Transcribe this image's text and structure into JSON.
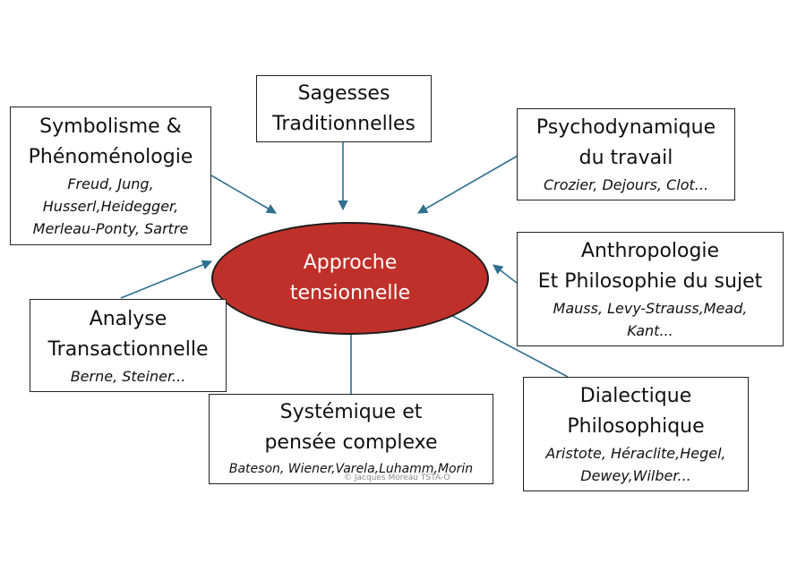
{
  "center": {
    "lines": [
      "Approche",
      "tensionnelle"
    ],
    "fill": "#c0302a"
  },
  "nodes": {
    "sagesses": {
      "title": [
        "Sagesses",
        "Traditionnelles"
      ],
      "authors": []
    },
    "symbolisme": {
      "title": [
        "Symbolisme &",
        "Phénoménologie"
      ],
      "authors": [
        "Freud, Jung,",
        "Husserl,Heidegger,",
        "Merleau-Ponty, Sartre"
      ]
    },
    "psychodynamique": {
      "title": [
        "Psychodynamique",
        "du travail"
      ],
      "authors": [
        "Crozier, Dejours, Clot..."
      ]
    },
    "anthropologie": {
      "title": [
        "Anthropologie",
        "Et Philosophie du sujet"
      ],
      "authors": [
        "Mauss, Levy-Strauss,Mead,",
        "Kant..."
      ]
    },
    "analyse": {
      "title": [
        "Analyse",
        "Transactionnelle"
      ],
      "authors": [
        "Berne, Steiner..."
      ]
    },
    "systemique": {
      "title": [
        "Systémique et",
        "pensée complexe"
      ],
      "authors": [
        "Bateson, Wiener,Varela,Luhamm,Morin"
      ]
    },
    "dialectique": {
      "title": [
        "Dialectique",
        "Philosophique"
      ],
      "authors": [
        "Aristote, Héraclite,Hegel,",
        "Dewey,Wilber..."
      ]
    }
  },
  "copyright": "© Jacques Moreau TSTA-O",
  "colors": {
    "arrow": "#2f6f8f",
    "border": "#222222"
  }
}
